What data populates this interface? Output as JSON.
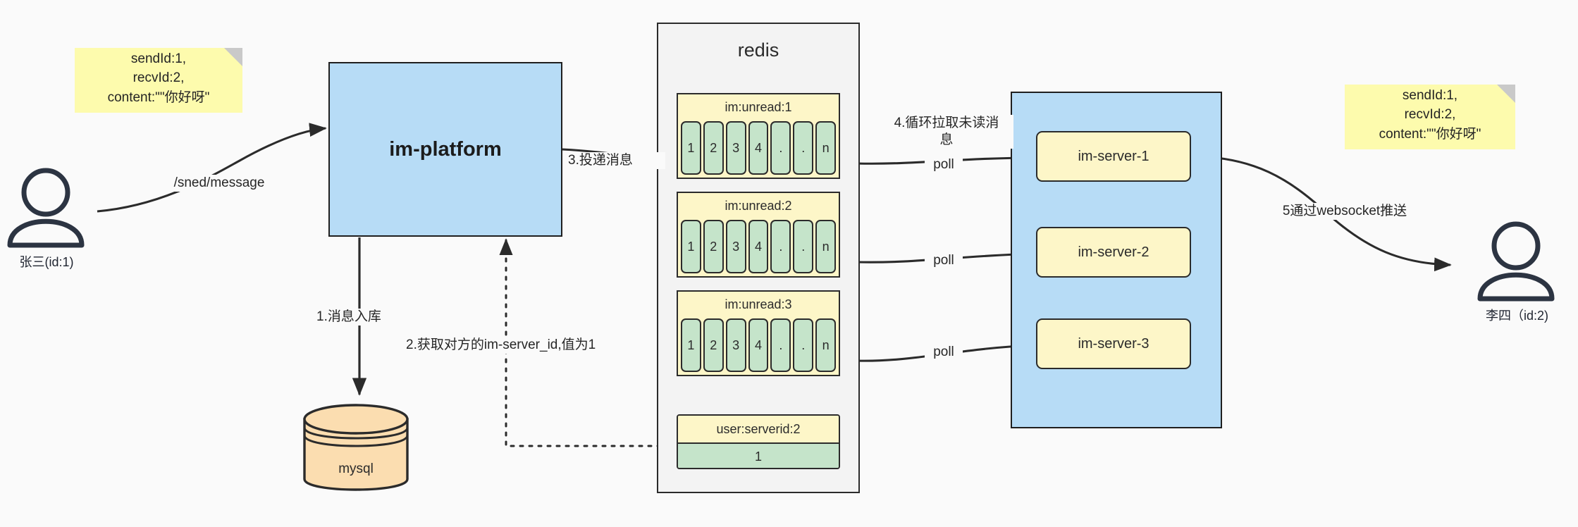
{
  "diagram": {
    "title": "IM message delivery architecture",
    "colors": {
      "note_yellow": "#fdfbad",
      "process_blue": "#b7dcf6",
      "key_yellow": "#fdf6c8",
      "cell_green": "#c5e4ca",
      "db_orange": "#fbddb0",
      "stroke": "#2b2b2b",
      "background": "#fafafa"
    }
  },
  "actors": {
    "sender": {
      "label": "张三(id:1)",
      "icon": "person-icon"
    },
    "receiver": {
      "label": "李四（id:2)",
      "icon": "person-icon"
    }
  },
  "notes": {
    "left": "sendId:1,\nrecvId:2,\ncontent:\"\"你好呀\"",
    "right": "sendId:1,\nrecvId:2,\ncontent:\"\"你好呀\""
  },
  "platform": {
    "label": "im-platform"
  },
  "database": {
    "label": "mysql"
  },
  "redis": {
    "title": "redis",
    "lists": [
      {
        "key": "im:unread:1",
        "cells": [
          "1",
          "2",
          "3",
          "4",
          ".",
          ".",
          "n"
        ]
      },
      {
        "key": "im:unread:2",
        "cells": [
          "1",
          "2",
          "3",
          "4",
          ".",
          ".",
          "n"
        ]
      },
      {
        "key": "im:unread:3",
        "cells": [
          "1",
          "2",
          "3",
          "4",
          ".",
          ".",
          "n"
        ]
      }
    ],
    "record": {
      "key": "user:serverid:2",
      "value": "1"
    }
  },
  "cluster": {
    "servers": [
      {
        "label": "im-server-1"
      },
      {
        "label": "im-server-2"
      },
      {
        "label": "im-server-3"
      }
    ]
  },
  "edges": {
    "send_message": "/sned/message",
    "step1": "1.消息入库",
    "step2": "2.获取对方的im-server_id,值为1",
    "step3": "3.投递消息",
    "step4": "4.循环拉取未读消\n息",
    "step5": "5通过websocket推送",
    "poll_1": "poll",
    "poll_2": "poll",
    "poll_3": "poll"
  }
}
